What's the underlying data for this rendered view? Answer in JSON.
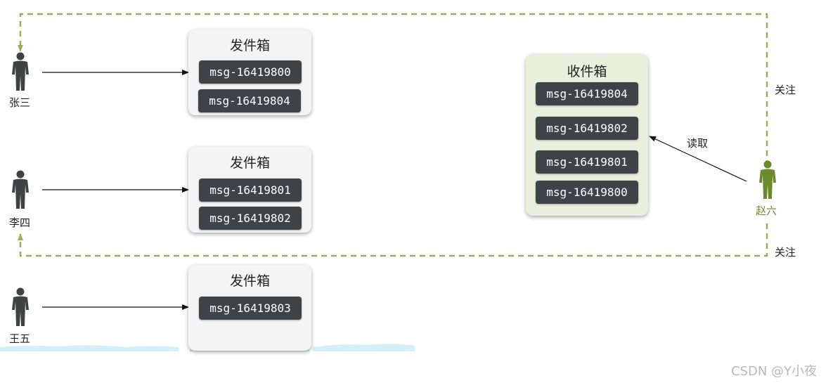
{
  "colors": {
    "person_gray": "#3f4143",
    "person_green": "#6a8a2c",
    "follow_line": "#9aaf5e",
    "msg_bg": "#3d4347",
    "box_bg": "#f4f4f4",
    "inbox_bg": "#e9efdc",
    "arrow": "#111111"
  },
  "users": [
    {
      "name": "张三"
    },
    {
      "name": "李四"
    },
    {
      "name": "王五"
    },
    {
      "name": "赵六"
    }
  ],
  "outboxes": [
    {
      "title": "发件箱",
      "messages": [
        "msg-16419800",
        "msg-16419804"
      ]
    },
    {
      "title": "发件箱",
      "messages": [
        "msg-16419801",
        "msg-16419802"
      ]
    },
    {
      "title": "发件箱",
      "messages": [
        "msg-16419803"
      ]
    }
  ],
  "inbox": {
    "title": "收件箱",
    "messages": [
      "msg-16419804",
      "msg-16419802",
      "msg-16419801",
      "msg-16419800"
    ]
  },
  "edge_labels": {
    "read": "读取",
    "follow_top": "关注",
    "follow_bottom": "关注"
  },
  "watermark": "CSDN @Y小夜"
}
